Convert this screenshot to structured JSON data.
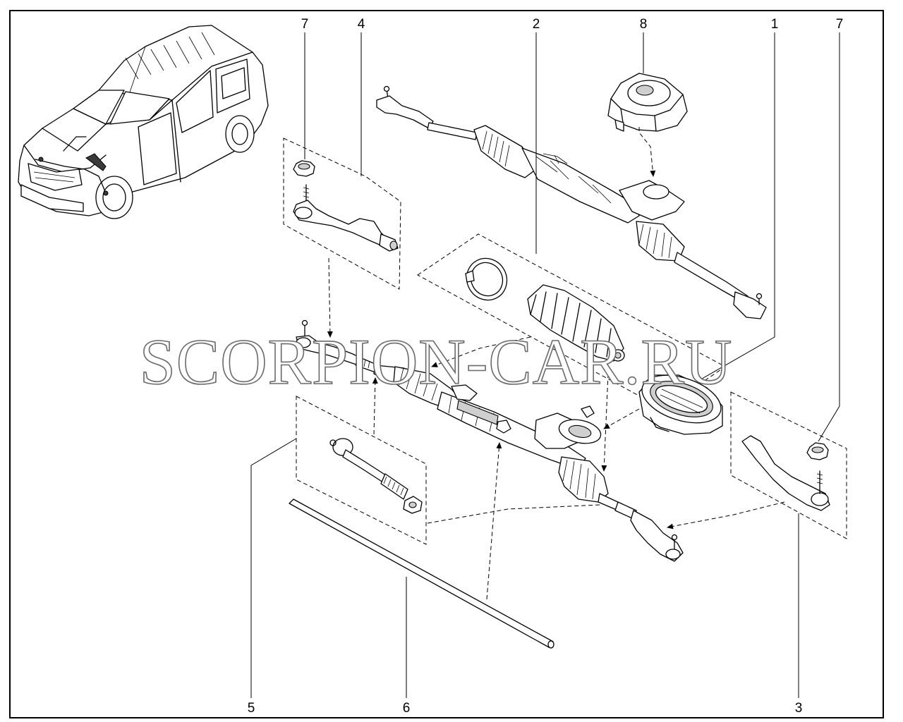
{
  "watermark": "SCORPION-CAR.RU",
  "callouts": {
    "c1": "1",
    "c2": "2",
    "c3": "3",
    "c4": "4",
    "c5": "5",
    "c6": "6",
    "c7_left": "7",
    "c7_right": "7",
    "c8": "8"
  }
}
